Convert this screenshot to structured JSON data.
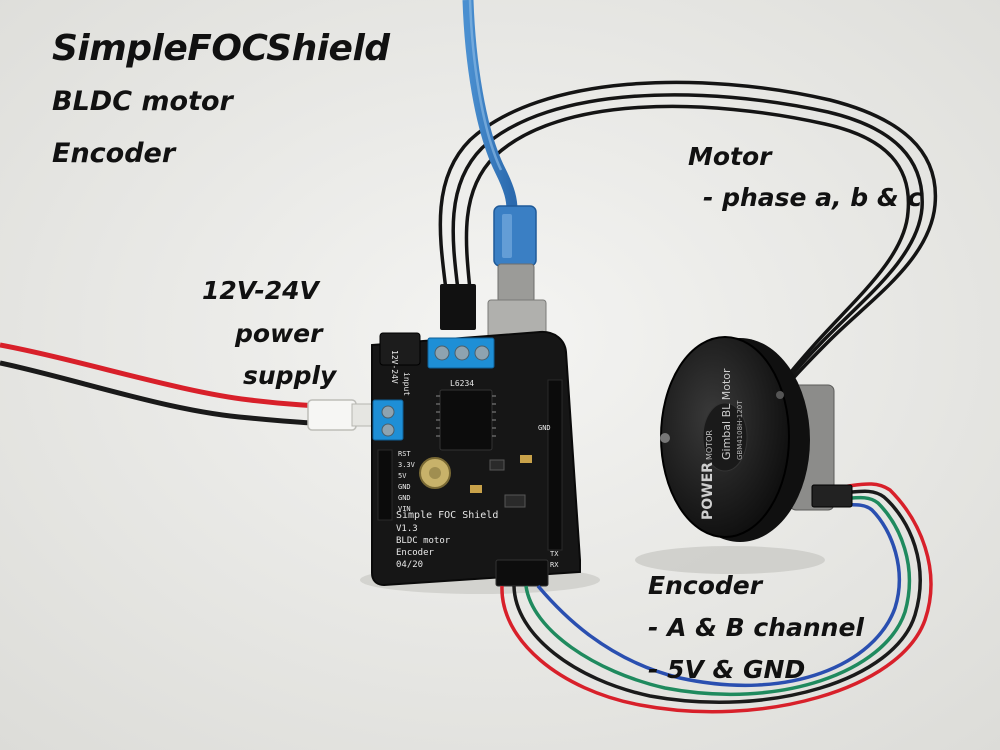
{
  "captions": {
    "title": "SimpleFOCShield",
    "subtitle_1": "BLDC motor",
    "subtitle_2": "Encoder",
    "power_1": "12V-24V",
    "power_2": "power",
    "power_3": "supply",
    "motor_1": "Motor",
    "motor_2": "- phase a, b & c",
    "encoder_1": "Encoder",
    "encoder_2": "- A & B channel",
    "encoder_3": "- 5V & GND"
  },
  "board_labels": {
    "name": "Simple FOC Shield",
    "version": "V1.3",
    "motor": "BLDC motor",
    "encoder": "Encoder",
    "date": "04/20",
    "input": "input",
    "voltage": "12V-24V",
    "chip": "L6234",
    "rst": "RST",
    "v33": "3.3V",
    "v5": "5V",
    "gnd1": "GND",
    "gnd2": "GND",
    "vin": "VIN",
    "gnd_right": "GND",
    "tx": "TX",
    "rx": "RX"
  },
  "motor_labels": {
    "brand": "POWER",
    "brand_sub": "MOTOR",
    "model": "Gimbal BL Motor",
    "part": "GBM4108H-120T"
  },
  "colors": {
    "background": "#eeeeec",
    "pcb": "#141414",
    "terminal_blue": "#1e8fd6",
    "usb_blue": "#3a7fc4",
    "wire_red": "#d8202a",
    "wire_green": "#1f8a5e",
    "wire_blue": "#2a4fb0",
    "wire_black": "#1a1a1a"
  }
}
